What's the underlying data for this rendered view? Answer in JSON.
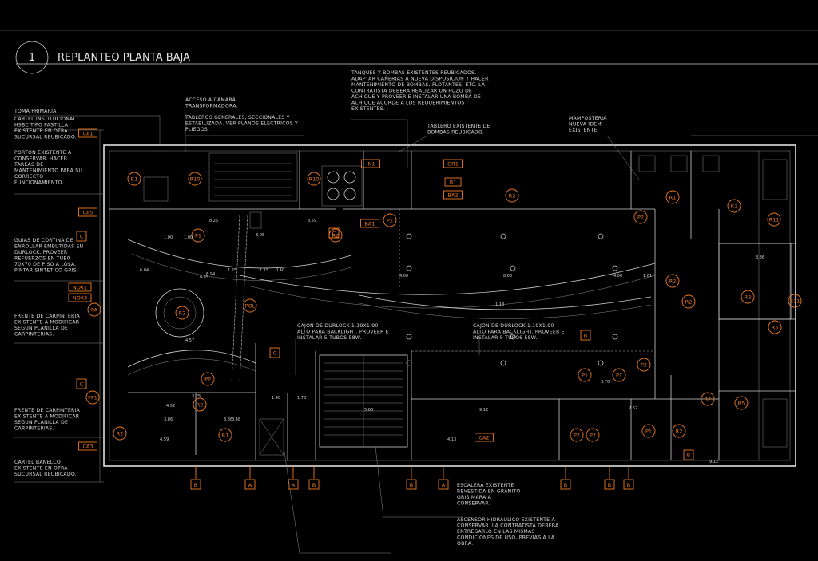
{
  "title": {
    "number": "1",
    "text": "REPLANTEO PLANTA BAJA"
  },
  "left_notes": [
    "TOMA PRIMARIA",
    "CARTEL INSTITUCIONAL\nHSBC TIPO PASTILLA\nEXISTENTE EN OTRA\nSUCURSAL REUBICADO.",
    "PORTON EXISTENTE A\nCONSERVAR. HACER\nTAREAS DE\nMANTENIMIENTO PARA SU\nCORRECTO\nFUNCIONAMIENTO.",
    "GUIAS DE CORTINA DE\nENROLLAR EMBUTIDAS EN\nDURLOCK. PROVEER\nREFUERZOS EN TUBO\n70X70 DE PISO A LOSA.\nPINTAR SINTETICO GRIS.",
    "FRENTE DE CARPINTERIA\nEXISTENTE A MODIFICAR\nSEGUN PLANILLA DE\nCARPINTERIAS.",
    "FRENTE DE CARPINTERIA\nEXISTENTE A MODIFICAR\nSEGUN PLANILLA DE\nCARPINTERIAS.",
    "CARTEL BANELCO\nEXISTENTE EN OTRA\nSUCURSAL REUBICADO."
  ],
  "top_notes": [
    "ACCESO A CAMARA\nTRANSFORMADORA.",
    "TABLEROS GENERALES, SECCIONALES Y\nESTABILIZADA. VER PLANOS ELECTRICOS Y\nPLIEGOS.",
    "TANQUES Y BOMBAS EXISTENTES REUBICADOS.\nADAPTAR CAÑERIAS A NUEVA DISPOSICION Y HACER\nMANTENIMIENTO DE BOMBAS, FLOTANTES, ETC. LA\nCONTRATISTA DEBERA REALIZAR UN POZO DE\nACHIQUE Y PROVEER E INSTALAR UNA BOMBA DE\nACHIQUE ACORDE A LOS REQUERIMIENTOS\nEXISTENTES.",
    "TABLERO EXISTENTE DE\nBOMBAS REUBICADO.",
    "MAMPOSTERIA\nNUEVA IDEM\nEXISTENTE."
  ],
  "center_notes": [
    "CAJON DE DURLOCK 1.19X1.90\nALTO PARA BACKLIGHT. PROVEER E\nINSTALAR 5 TUBOS 58W.",
    "CAJON DE DURLOCK 1.19X1.90\nALTO PARA BACKLIGHT. PROVEER E\nINSTALAR 5 TUBOS 58W."
  ],
  "bottom_notes": [
    "ESCALERA EXISTENTE\nREVESTIDA EN GRANITO\nGRIS MARA A\nCONSERVAR.",
    "ASCENSOR HIDRAULICO EXISTENTE A\nCONSERVAR. LA CONTRATISTA DEBERA\nENTREGARLO EN LAS MISMAS\nCONDICIONES DE USO, PREVIAS A LA\nOBRA."
  ],
  "box_tags": [
    "CA1",
    "CA5",
    "NOX1",
    "NOX3",
    "CA3",
    "IN1",
    "GR1",
    "B1",
    "BA2",
    "BA1",
    "CA2"
  ],
  "section_markers": [
    "B",
    "A",
    "A",
    "B",
    "B",
    "A",
    "B",
    "B",
    "B"
  ],
  "callout_markers": [
    "C",
    "C",
    "C",
    "C",
    "B",
    "B"
  ],
  "circle_tags": [
    "R1",
    "R10",
    "R10",
    "R2",
    "P2",
    "R2",
    "P1",
    "R1",
    "P2",
    "R2",
    "PA",
    "POL",
    "PP",
    "R2",
    "R2",
    "P1",
    "P1",
    "P2",
    "R2",
    "PF1",
    "R5",
    "R1",
    "R2",
    "R11",
    "R11",
    "P2",
    "P2",
    "P1",
    "R2",
    "R2",
    "R5",
    "R2",
    "R2"
  ],
  "dimensions": [
    "8.25",
    "3.59",
    "1.00",
    "1.00",
    "8.05",
    "1.25",
    "6.04",
    "1.15",
    "0.40",
    "8.54",
    "4.00",
    "8.00",
    "4.00",
    "1.61",
    "4.57",
    "3.25",
    "3.86",
    "4.52",
    "3.86",
    "4.59",
    "3.48",
    "1.48",
    "1.73",
    "5.66",
    "9.12",
    "4.13",
    "3.70",
    "2.62",
    "3.86",
    "9.12",
    "1.18",
    "6.94"
  ],
  "colors": {
    "background": "#000000",
    "lines": "#e0e0e0",
    "accent": "#f07a1e"
  }
}
